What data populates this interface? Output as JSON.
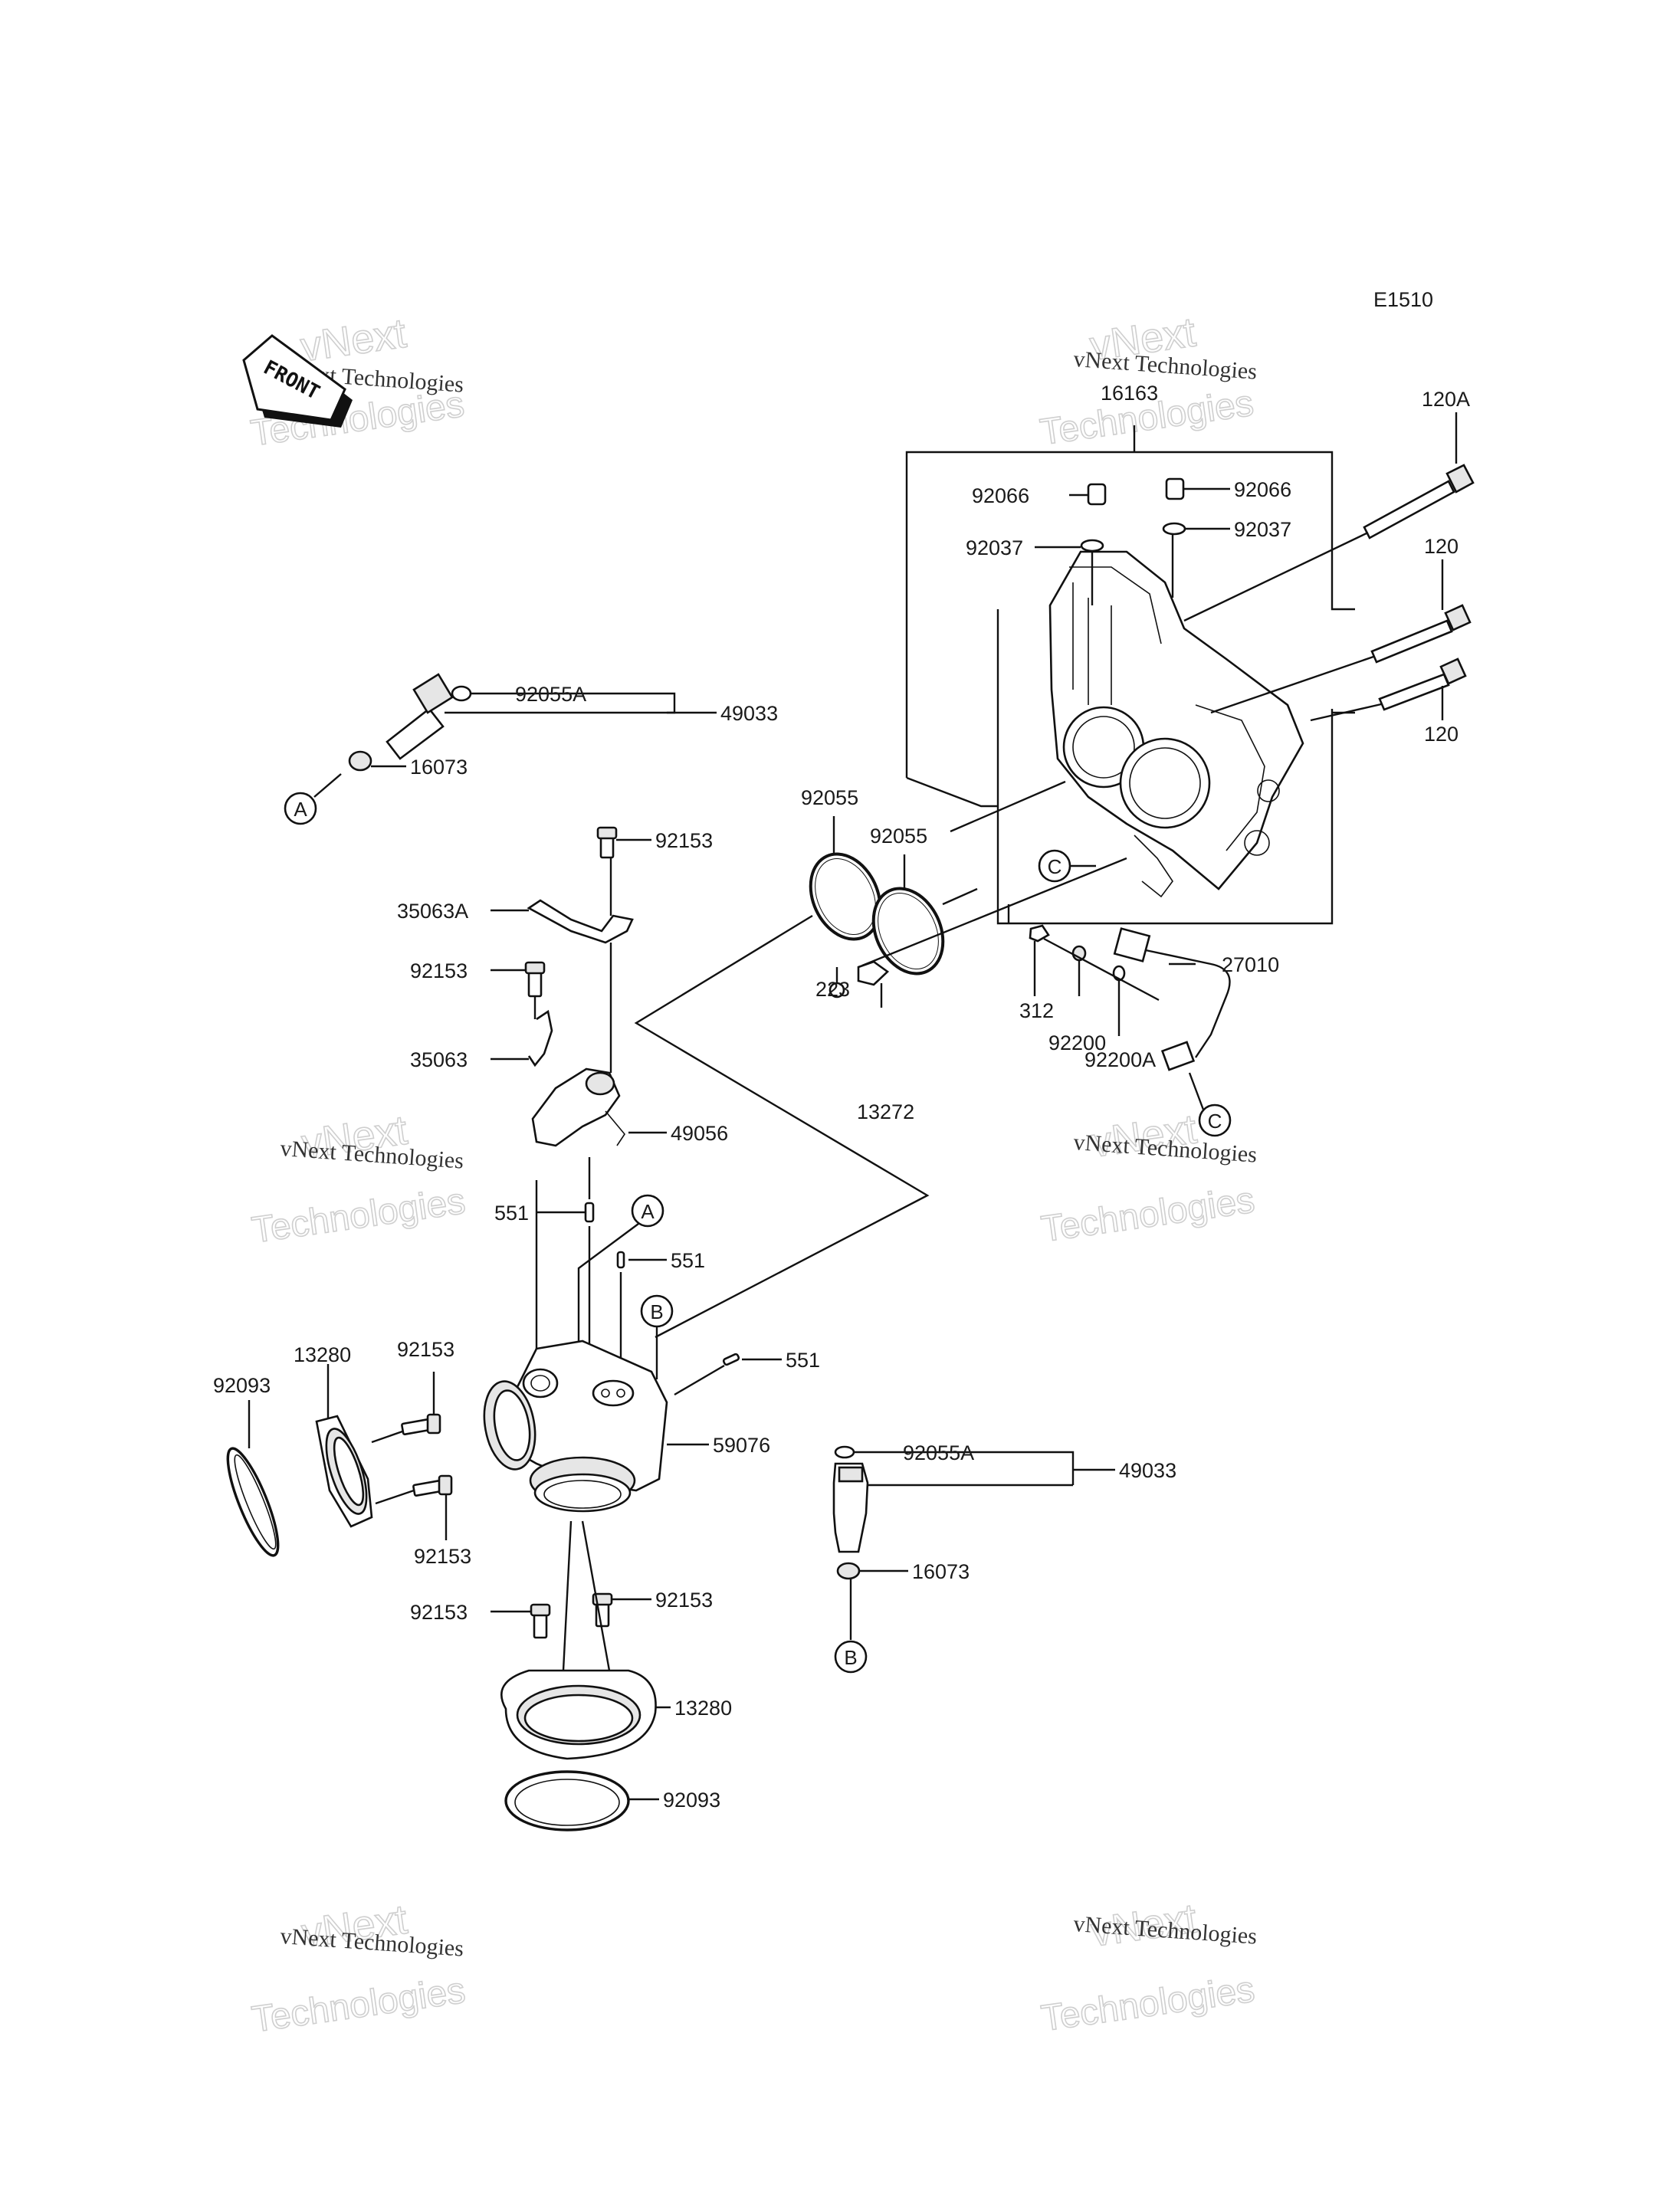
{
  "diagram_code": "E1510",
  "front_arrow_label": "FRONT",
  "watermark": {
    "line1": "vNext Technologies",
    "line2": "vNext",
    "line3": "Technologies"
  },
  "parts": {
    "p16163": "16163",
    "p120A": "120A",
    "p120_upper": "120",
    "p120_lower": "120",
    "p92066_left": "92066",
    "p92066_right": "92066",
    "p92037_left": "92037",
    "p92037_right": "92037",
    "p92055A_top": "92055A",
    "p49033_top": "49033",
    "p16073_top": "16073",
    "p92055_left": "92055",
    "p92055_right": "92055",
    "p92153_a": "92153",
    "p35063A": "35063A",
    "p92153_b": "92153",
    "p35063": "35063",
    "p49056": "49056",
    "p223": "223",
    "p13272": "13272",
    "p27010": "27010",
    "p312": "312",
    "p92200": "92200",
    "p92200A": "92200A",
    "p551_a": "551",
    "p551_b": "551",
    "p551_c": "551",
    "p13280_a": "13280",
    "p92153_c": "92153",
    "p92093_a": "92093",
    "p59076": "59076",
    "p92153_d": "92153",
    "p92055A_bottom": "92055A",
    "p49033_bottom": "49033",
    "p16073_bottom": "16073",
    "p92153_e": "92153",
    "p92153_f": "92153",
    "p13280_b": "13280",
    "p92093_b": "92093"
  },
  "refs": {
    "A": "A",
    "B": "B",
    "C": "C"
  }
}
